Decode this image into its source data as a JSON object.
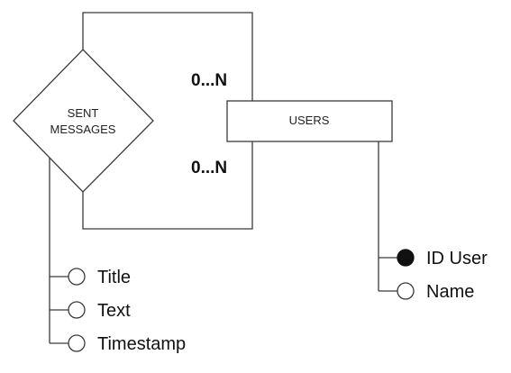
{
  "relationship": {
    "label_line1": "SENT",
    "label_line2": "MESSAGES",
    "attributes": [
      {
        "label": "Title",
        "key": false
      },
      {
        "label": "Text",
        "key": false
      },
      {
        "label": "Timestamp",
        "key": false
      }
    ]
  },
  "entity": {
    "label": "USERS",
    "attributes": [
      {
        "label": "ID User",
        "key": true
      },
      {
        "label": "Name",
        "key": false
      }
    ]
  },
  "cardinality": {
    "top": "0...N",
    "bottom": "0...N"
  }
}
